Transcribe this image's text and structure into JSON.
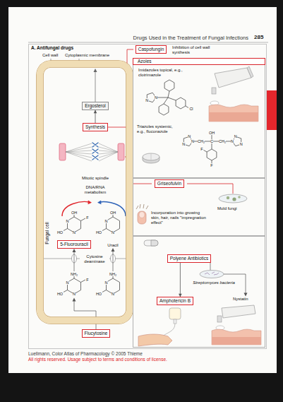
{
  "diagram": {
    "title": "Drugs Used in the Treatment of Fungal Infections",
    "nodes": [
      {
        "text": [
          "A. Antifungal drugs"
        ]
      },
      {
        "text": [
          "Cell wall",
          "Cytoplasmic membrane",
          "Fungal cell"
        ],
        "in": 0
      },
      {
        "text": [
          "Caspofungin"
        ],
        "in": 0
      },
      {
        "text": [
          "Azoles",
          "Imidazoles topical, e.g., clotrimazole",
          "Triazoles systemic, e.g., fluconazole"
        ],
        "in": 0
      },
      {
        "text": [
          "Ergosterol"
        ],
        "in": 1
      },
      {
        "text": [
          "Synthesis"
        ],
        "in": 1
      },
      {
        "text": [
          "Mold fungi",
          "Incorporation into growing skin, hair, nails \"impregnation effect\""
        ],
        "in": 0
      },
      {
        "text": [
          "Griseofulvin"
        ],
        "in": 6
      },
      {
        "text": [
          "5-Fluorouracil"
        ],
        "in": 1
      },
      {
        "text": [
          "Flucytosine"
        ],
        "in": 0
      },
      {
        "text": [
          "Streptomyces bacteria",
          "Nystatin"
        ],
        "in": 0
      },
      {
        "text": [
          "Polyene Antibiotics"
        ],
        "in": 10
      },
      {
        "text": [
          "Amphotericin B"
        ],
        "in": 10
      }
    ],
    "edges": [
      {
        "from": 5,
        "to": 4,
        "arrow": "to"
      },
      {
        "from": 3,
        "to": 5,
        "arrow": "none"
      },
      {
        "from": 11,
        "to": 12,
        "arrow": "to"
      }
    ],
    "labels": [
      "285",
      "Inhibition of cell wall synthesis",
      "Mitotic spindle",
      "DNA/RNA metabolism",
      "OH",
      "N",
      "F",
      "HO",
      "N",
      "OH",
      "N",
      "HO",
      "N",
      "Uracil",
      "Cytosine deaminase",
      "NH₂",
      "N",
      "F",
      "HO",
      "N",
      "NH₂",
      "N",
      "HO",
      "N",
      "N",
      "N",
      "Cl",
      "N",
      "N",
      "N",
      "CH₂",
      "C",
      "CH₂",
      "N",
      "N",
      "N",
      "OH",
      "F",
      "F",
      "Luellmann, Color Atlas of Pharmacology © 2005 Thieme",
      "All rights reserved. Usage subject to terms and conditions of license."
    ]
  }
}
